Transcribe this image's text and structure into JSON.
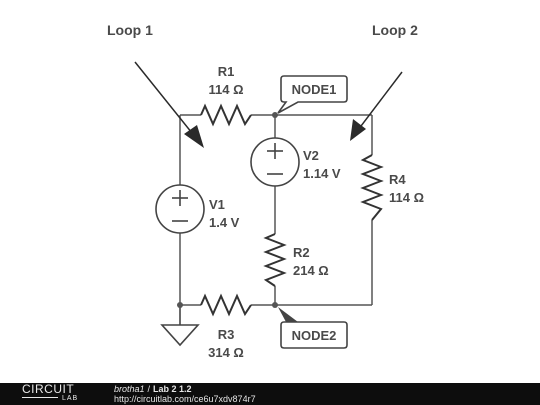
{
  "diagram": {
    "loop1_label": "Loop 1",
    "loop2_label": "Loop 2",
    "r1": {
      "name": "R1",
      "value": "114 Ω"
    },
    "r2": {
      "name": "R2",
      "value": "214 Ω"
    },
    "r3": {
      "name": "R3",
      "value": "314 Ω"
    },
    "r4": {
      "name": "R4",
      "value": "114 Ω"
    },
    "v1": {
      "name": "V1",
      "value": "1.4 V"
    },
    "v2": {
      "name": "V2",
      "value": "1.14 V"
    },
    "node1_label": "NODE1",
    "node2_label": "NODE2"
  },
  "footer": {
    "logo_top": "CIRCUIT",
    "logo_bottom": "LAB",
    "user": "brotha1",
    "separator": "/",
    "circuit_title": "Lab 2 1.2",
    "url": "http://circuitlab.com/ce6u7xdv874r7"
  }
}
